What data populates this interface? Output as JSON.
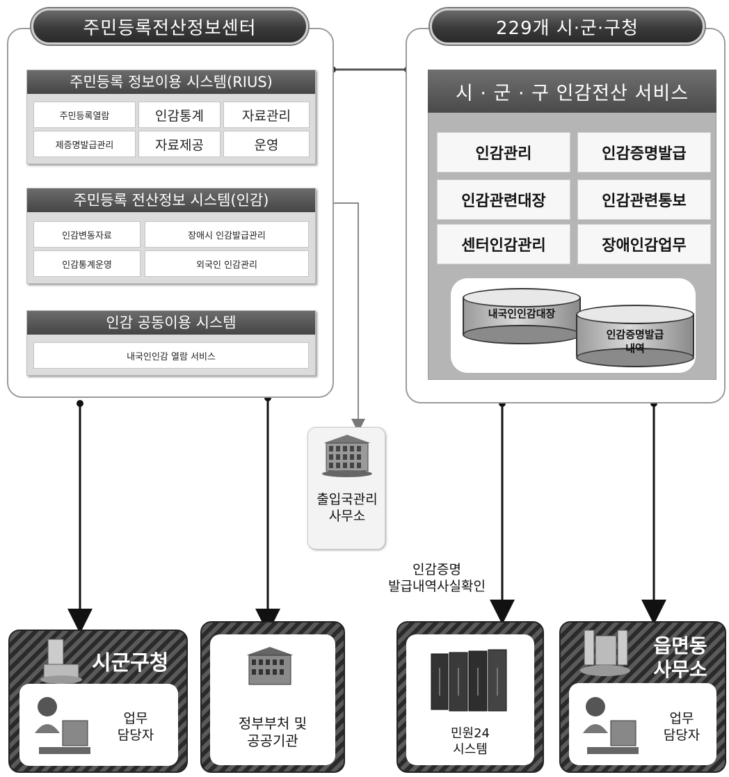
{
  "left_center": {
    "title": "주민등록전산정보센터",
    "rius": {
      "title": "주민등록 정보이용 시스템(RIUS)",
      "cells": [
        "주민등록열람",
        "인감통계",
        "자료관리",
        "제증명발급관리",
        "자료제공",
        "운영"
      ]
    },
    "insite": {
      "title": "주민등록 전산정보 시스템(인감)",
      "cells": [
        "인감변동자료",
        "장애시 인감발급관리",
        "인감통계운영",
        "외국인 인감관리"
      ]
    },
    "common": {
      "title": "인감 공동이용 시스템",
      "cells": [
        "내국인인감 열람 서비스"
      ]
    }
  },
  "right_center": {
    "title": "229개 시·군·구청",
    "service": {
      "title": "시 · 군 · 구 인감전산 서비스",
      "cells": [
        "인감관리",
        "인감증명발급",
        "인감관련대장",
        "인감관련통보",
        "센터인감관리",
        "장애인감업무"
      ]
    },
    "db1": "내국인인감대장",
    "db2_line1": "인감증명발급",
    "db2_line2": "내역"
  },
  "immigration": {
    "line1": "출입국관리",
    "line2": "사무소"
  },
  "edge_label": {
    "line1": "인감증명",
    "line2": "발급내역사실확인"
  },
  "bottom": {
    "sigungu": {
      "title": "시군구청",
      "staff1": "업무",
      "staff2": "담당자"
    },
    "gov": {
      "line1": "정부부처 및",
      "line2": "공공기관"
    },
    "minwon": {
      "line1": "민원24",
      "line2": "시스템"
    },
    "eup": {
      "title1": "읍면동",
      "title2": "사무소",
      "staff1": "업무",
      "staff2": "담당자"
    }
  }
}
